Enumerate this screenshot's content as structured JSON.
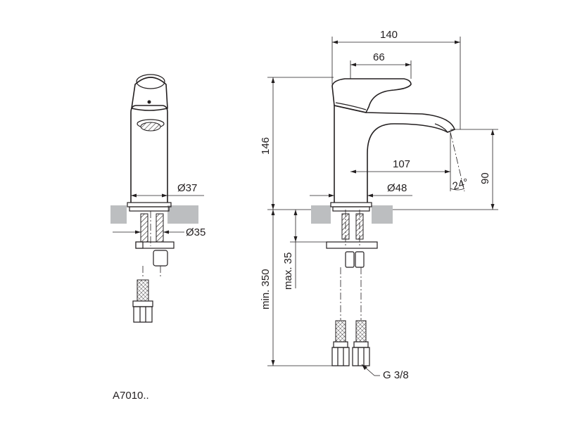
{
  "dimensions": {
    "d140": "140",
    "d66": "66",
    "d146": "146",
    "d107": "107",
    "d90": "90",
    "angle24": "24°",
    "phi37": "Ø37",
    "phi48": "Ø48",
    "phi35": "Ø35",
    "min350": "min. 350",
    "max35": "max. 35",
    "thread": "G 3/8"
  },
  "product_code": "A7010..",
  "colors": {
    "line": "#231f20",
    "countertop": "#bcbec0"
  }
}
